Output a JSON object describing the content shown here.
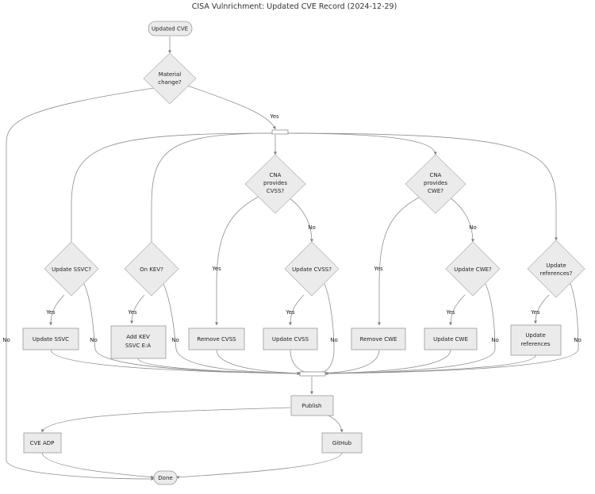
{
  "title": "CISA Vulnrichment: Updated CVE Record (2024-12-29)",
  "nodes": {
    "start": "Updated CVE",
    "material_change": [
      "Material",
      "change?"
    ],
    "cna_cvss": [
      "CNA",
      "provides",
      "CVSS?"
    ],
    "cna_cwe": [
      "CNA",
      "provides",
      "CWE?"
    ],
    "update_ssvc_q": "Update SSVC?",
    "on_kev": "On KEV?",
    "update_cvss_q": "Update CVSS?",
    "update_cwe_q": "Update CWE?",
    "update_refs_q": [
      "Update",
      "references?"
    ],
    "update_ssvc": "Update SSVC",
    "add_kev": [
      "Add KEV",
      "SSVC E:A"
    ],
    "remove_cvss": "Remove CVSS",
    "update_cvss": "Update CVSS",
    "remove_cwe": "Remove CWE",
    "update_cwe": "Update CWE",
    "update_refs": [
      "Update",
      "references"
    ],
    "publish": "Publish",
    "cve_adp": "CVE ADP",
    "github": "GitHub",
    "done": "Done"
  },
  "edge_labels": {
    "yes": "Yes",
    "no": "No"
  }
}
